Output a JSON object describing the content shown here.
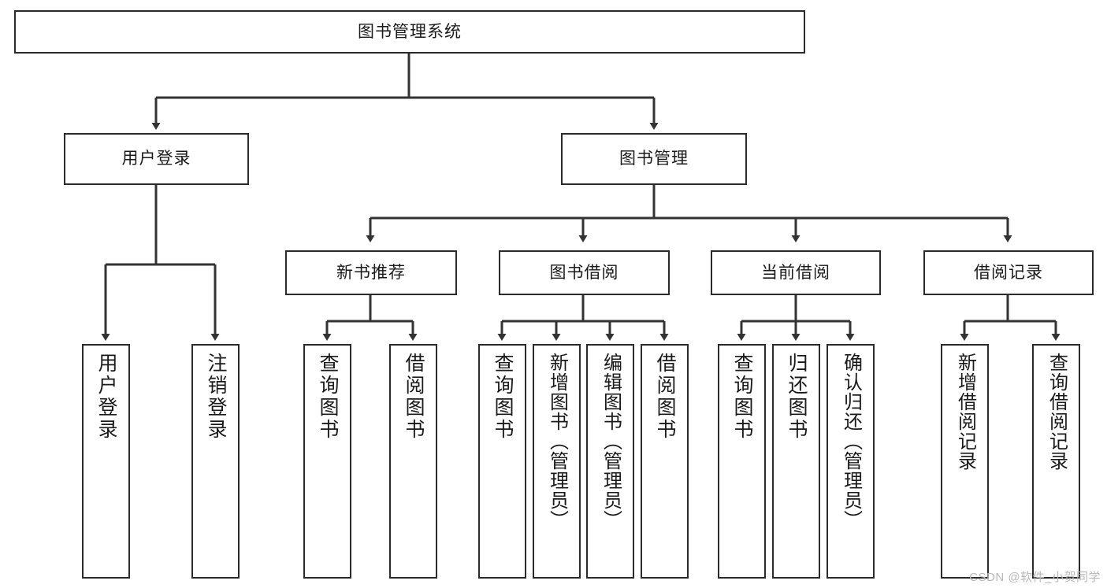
{
  "diagram": {
    "type": "tree-hierarchy-chart",
    "title": "图书管理系统",
    "watermark": "CSDN @软件_小贺同学",
    "colors": {
      "box_border": "#2b2b2b",
      "box_fill": "#ffffff",
      "connector": "#333333",
      "text": "#1a1a1a",
      "watermark": "#b9b9b9"
    },
    "levels": {
      "root": {
        "label": "图书管理系统"
      },
      "level2": [
        {
          "label": "用户登录"
        },
        {
          "label": "图书管理"
        }
      ],
      "level3": [
        {
          "label": "新书推荐"
        },
        {
          "label": "图书借阅"
        },
        {
          "label": "当前借阅"
        },
        {
          "label": "借阅记录"
        }
      ],
      "leaves": {
        "user_login": [
          {
            "label": "用户登录"
          },
          {
            "label": "注销登录"
          }
        ],
        "new_book_recommend": [
          {
            "label": "查询图书"
          },
          {
            "label": "借阅图书"
          }
        ],
        "book_borrow": [
          {
            "label": "查询图书"
          },
          {
            "label": "新增图书（管理员）"
          },
          {
            "label": "编辑图书（管理员）"
          },
          {
            "label": "借阅图书"
          }
        ],
        "current_borrow": [
          {
            "label": "查询图书"
          },
          {
            "label": "归还图书"
          },
          {
            "label": "确认归还（管理员）"
          }
        ],
        "borrow_records": [
          {
            "label": "新增借阅记录"
          },
          {
            "label": "查询借阅记录"
          }
        ]
      }
    }
  }
}
